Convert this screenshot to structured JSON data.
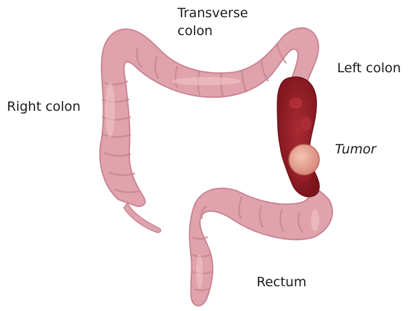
{
  "labels": {
    "transverse": "Transverse colon",
    "left": "Left colon",
    "right": "Right colon",
    "tumor": "Tumor",
    "rectum": "Rectum"
  },
  "colors": {
    "colon": "#e0a3ad",
    "colon_shadow": "#c98592",
    "colon_highlight": "#f2c4cb",
    "tumor_dark": "#8e1b24",
    "tumor_mid": "#a82a33",
    "tumor_light": "#e8a896"
  }
}
